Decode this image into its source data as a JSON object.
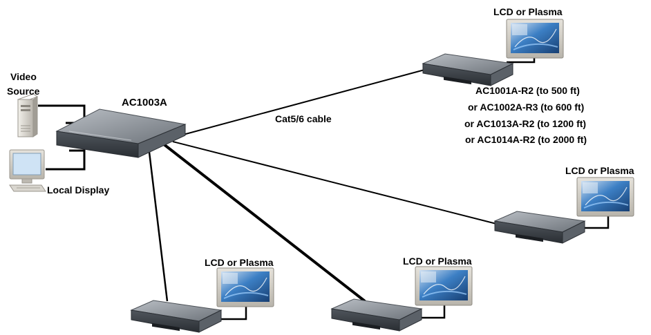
{
  "hub": {
    "label": "AC1003A"
  },
  "source": {
    "label_line1": "Video",
    "label_line2": "Source"
  },
  "local_display": {
    "label": "Local Display"
  },
  "cable": {
    "label": "Cat5/6 cable"
  },
  "receiver_models": [
    "AC1001A-R2 (to 500 ft)",
    "or AC1002A-R3 (to 600 ft)",
    "or AC1013A-R2 (to 1200 ft)",
    "or AC1014A-R2 (to 2000 ft)"
  ],
  "displays": [
    {
      "label": "LCD or Plasma"
    },
    {
      "label": "LCD or Plasma"
    },
    {
      "label": "LCD or Plasma"
    },
    {
      "label": "LCD or Plasma"
    }
  ],
  "colors": {
    "device_top": "#8a8f96",
    "device_front": "#3d4248",
    "screen": "#2f6fb0",
    "cable": "#000000"
  },
  "icons": [
    "tower-pc-icon",
    "crt-monitor-icon",
    "lcd-monitor-icon",
    "receiver-box-icon",
    "hub-box-icon"
  ]
}
